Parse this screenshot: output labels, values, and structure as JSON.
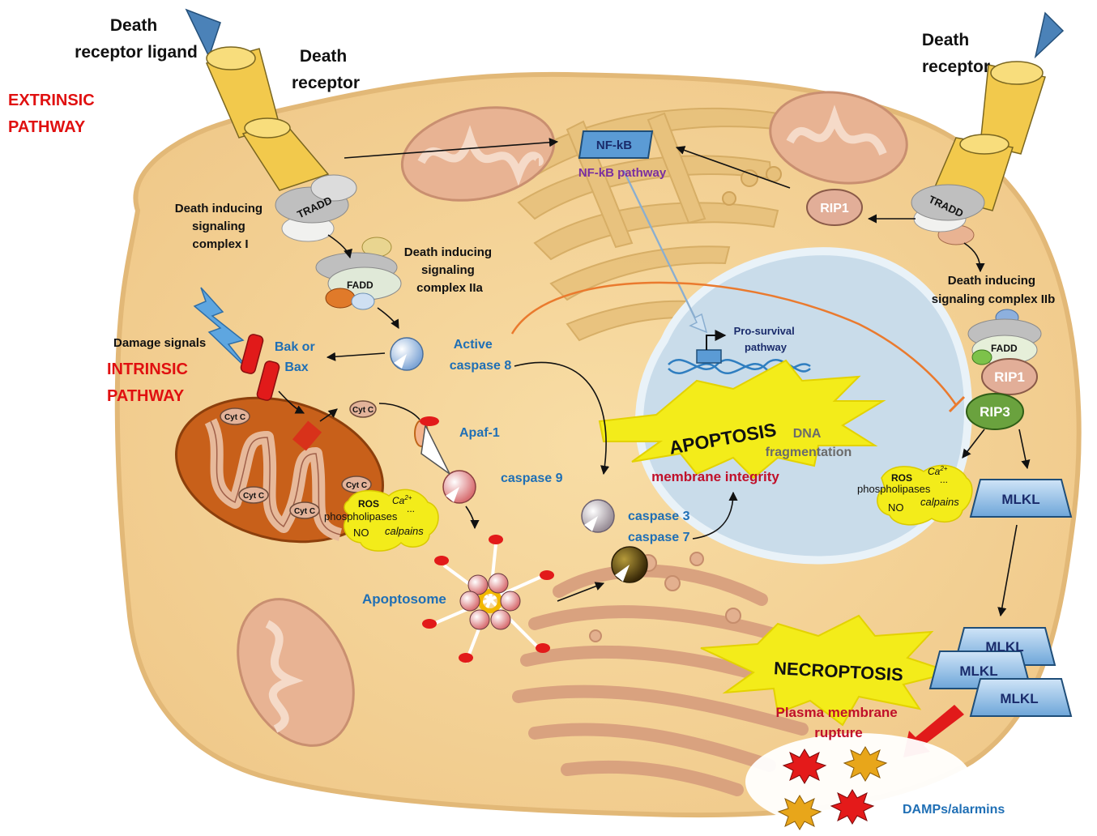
{
  "labels": {
    "death_receptor_ligand": [
      "Death",
      "receptor ligand"
    ],
    "death_receptor_left": [
      "Death",
      "receptor"
    ],
    "death_receptor_right": [
      "Death",
      "receptor"
    ],
    "extrinsic_pathway": [
      "EXTRINSIC",
      "PATHWAY"
    ],
    "intrinsic_pathway": [
      "INTRINSIC",
      "PATHWAY"
    ],
    "disc_1": [
      "Death inducing",
      "signaling",
      "complex I"
    ],
    "disc_2a": [
      "Death inducing",
      "signaling",
      "complex IIa"
    ],
    "disc_2b": [
      "Death inducing",
      "signaling complex IIb"
    ],
    "tradd": "TRADD",
    "fadd": "FADD",
    "rip1": "RIP1",
    "rip3": "RIP3",
    "nfkb_box": "NF-kB",
    "nfkb_pathway": "NF-kB pathway",
    "pro_survival": [
      "Pro-survival",
      "pathway"
    ],
    "damage_signals": "Damage signals",
    "bak_bax": [
      "Bak or",
      "Bax"
    ],
    "active_caspase8": [
      "Active",
      "caspase 8"
    ],
    "cyt_c": "Cyt C",
    "apaf1": "Apaf-1",
    "caspase9": "caspase 9",
    "caspase37": [
      "caspase 3",
      "caspase 7"
    ],
    "apoptosis": "APOPTOSIS",
    "dna_fragmentation": [
      "DNA",
      "fragmentation"
    ],
    "membrane_integrity": "membrane integrity",
    "ros": "ROS",
    "ca": "Ca",
    "ca_sup": "2+",
    "dots": "...",
    "phospholipases": "phospholipases",
    "no": "NO",
    "calpains": "calpains",
    "mlkl": "MLKL",
    "apoptosome": "Apoptosome",
    "necroptosis": "NECROPTOSIS",
    "plasma_membrane_rupture": [
      "Plasma membrane",
      "rupture"
    ],
    "damps": "DAMPs/alarmins"
  },
  "colors": {
    "cell": "#f7d79a",
    "nucleus": "#c9dcea",
    "mitochondrion": "#c8601a",
    "er": "#e0b07e",
    "receptor": "#f2c94c",
    "extrinsic_red": "#e01010",
    "label_blue": "#1f6fb5",
    "burst": "#f3ec1a",
    "mlkl_box": "#8fbde6"
  }
}
